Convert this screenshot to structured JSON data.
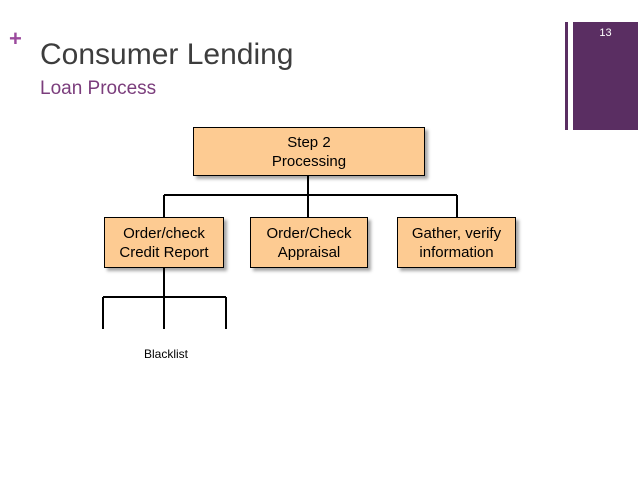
{
  "slide": {
    "plus": "+",
    "title": "Consumer Lending",
    "subtitle": "Loan Process",
    "page_number": "13"
  },
  "colors": {
    "accent_purple": "#5a2e62",
    "subtitle_purple": "#7b3d7c",
    "node_fill": "#fdcb92",
    "plus_color": "#9b4a9d"
  },
  "diagram": {
    "root": "Step 2\nProcessing",
    "children": [
      "Order/check\nCredit Report",
      "Order/Check\nAppraisal",
      "Gather, verify\ninformation"
    ],
    "sub_leaves": [
      "Blacklist"
    ]
  }
}
